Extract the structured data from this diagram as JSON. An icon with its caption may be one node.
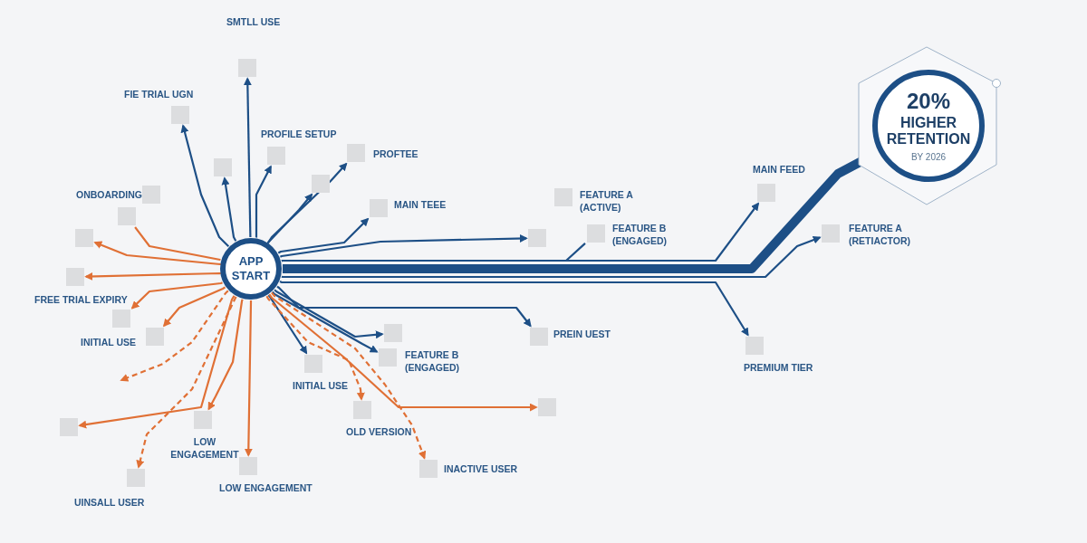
{
  "diagram": {
    "nodes": [
      {
        "text": [
          "APP START"
        ]
      },
      {
        "text": [],
        "shape": "hexagon"
      },
      {
        "text": [
          "20%",
          "HIGHER RETENTION",
          "BY 2026"
        ],
        "in": 1
      },
      {
        "text": [
          "SMTLL USE"
        ]
      },
      {
        "text": [
          "FIE TRIAL UGN"
        ]
      },
      {
        "text": [],
        "shape": "box"
      },
      {
        "text": [
          "PROFILE SETUP"
        ]
      },
      {
        "text": [
          "PROFTEE"
        ]
      },
      {
        "text": [],
        "shape": "box"
      },
      {
        "text": [
          "MAIN TEEE"
        ]
      },
      {
        "text": [],
        "shape": "box"
      },
      {
        "text": [
          "FEATURE A (ACTIVE)"
        ]
      },
      {
        "text": [
          "FEATURE B (ENGAGED)"
        ]
      },
      {
        "text": [
          "MAIN FEED"
        ]
      },
      {
        "text": [
          "FEATURE A (RETIACTOR)"
        ]
      },
      {
        "text": [
          "PREIN UEST"
        ]
      },
      {
        "text": [
          "PREMIUM TIER"
        ]
      },
      {
        "text": [],
        "shape": "box"
      },
      {
        "text": [
          "FEATURE B (ENGAGED)"
        ]
      },
      {
        "text": [
          "INITIAL USE"
        ]
      },
      {
        "text": [],
        "shape": "box"
      },
      {
        "text": [
          "OLD VERSION"
        ]
      },
      {
        "text": [
          "INACTIVE USER"
        ]
      },
      {
        "text": [
          "LOW ENGAGEMENT"
        ]
      },
      {
        "text": [
          "LOW ENGAGEMENT"
        ]
      },
      {
        "text": [
          "UINSALL USER"
        ]
      },
      {
        "text": [],
        "shape": "box"
      },
      {
        "text": [
          "INITIAL USE"
        ]
      },
      {
        "text": [
          "FREE TRIAL EXPIRY"
        ]
      },
      {
        "text": [],
        "shape": "box"
      },
      {
        "text": [],
        "shape": "box"
      },
      {
        "text": [],
        "shape": "box"
      },
      {
        "text": [
          "ONBOARDING"
        ]
      }
    ],
    "edges": [
      {
        "from": 0,
        "to": 3,
        "arrow": "to"
      },
      {
        "from": 0,
        "to": 4,
        "arrow": "to"
      },
      {
        "from": 0,
        "to": 20,
        "arrow": "to"
      },
      {
        "from": 0,
        "to": 6,
        "arrow": "to"
      },
      {
        "from": 0,
        "to": 7,
        "arrow": "to"
      },
      {
        "from": 0,
        "to": 26,
        "arrow": "to"
      },
      {
        "from": 0,
        "to": 9,
        "arrow": "to"
      },
      {
        "from": 0,
        "to": 30,
        "arrow": "to"
      },
      {
        "from": 0,
        "to": 12,
        "arrow": "none"
      },
      {
        "from": 0,
        "to": 13,
        "arrow": "to"
      },
      {
        "from": 0,
        "to": 2,
        "arrow": "none",
        "style": "thick"
      },
      {
        "from": 0,
        "to": 14,
        "arrow": "to"
      },
      {
        "from": 0,
        "to": 15,
        "arrow": "to"
      },
      {
        "from": 0,
        "to": 16,
        "arrow": "to"
      },
      {
        "from": 0,
        "to": 29,
        "arrow": "to"
      },
      {
        "from": 0,
        "to": 18,
        "arrow": "to"
      },
      {
        "from": 0,
        "to": 19,
        "arrow": "to"
      },
      {
        "from": 0,
        "to": 31,
        "arrow": "to",
        "color": "#e07035"
      },
      {
        "from": 0,
        "to": 21,
        "arrow": "to",
        "style": "dashed",
        "color": "#e07035"
      },
      {
        "from": 0,
        "to": 22,
        "arrow": "to",
        "style": "dashed",
        "color": "#e07035"
      },
      {
        "from": 0,
        "to": 23,
        "arrow": "to",
        "color": "#e07035"
      },
      {
        "from": 0,
        "to": 24,
        "arrow": "to",
        "color": "#e07035"
      },
      {
        "from": 0,
        "to": 25,
        "arrow": "to",
        "style": "dashed",
        "color": "#e07035"
      },
      {
        "from": 0,
        "to": 10,
        "arrow": "to",
        "color": "#e07035"
      },
      {
        "from": 0,
        "to": null,
        "arrow": "to",
        "style": "dashed",
        "color": "#e07035"
      },
      {
        "from": 0,
        "to": 27,
        "arrow": "to",
        "color": "#e07035"
      },
      {
        "from": 0,
        "to": 28,
        "arrow": "to",
        "color": "#e07035"
      },
      {
        "from": 0,
        "to": 5,
        "arrow": "to",
        "color": "#e07035"
      },
      {
        "from": 0,
        "to": 8,
        "arrow": "to",
        "color": "#e07035"
      },
      {
        "from": 0,
        "to": 17,
        "arrow": "none",
        "color": "#e07035"
      }
    ]
  }
}
